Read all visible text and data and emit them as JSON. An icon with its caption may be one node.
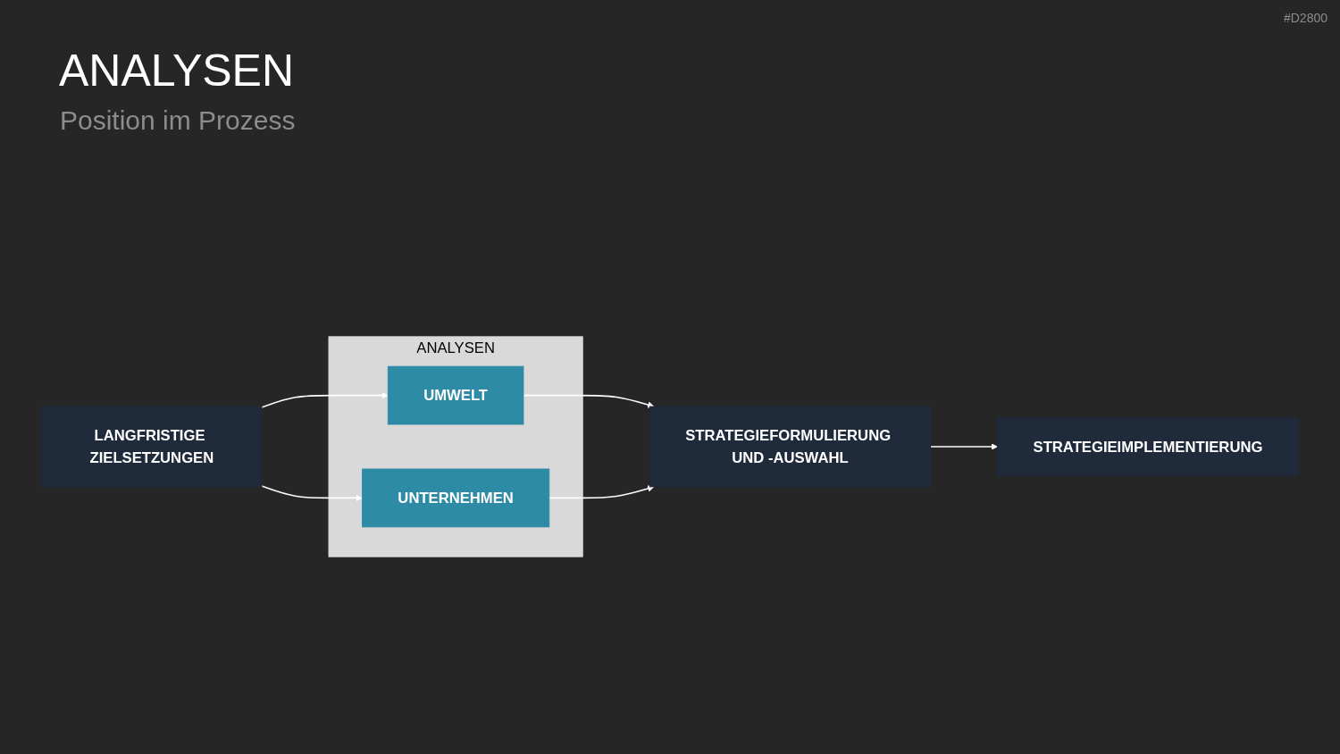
{
  "diagram": {
    "title": "ANALYSEN",
    "nodes": [
      {
        "text": [
          "ANALYSEN"
        ]
      },
      {
        "text": [
          "UMWELT"
        ],
        "in": 0
      },
      {
        "text": [
          "LANGFRISTIGE ZIELSETZUNGEN"
        ]
      },
      {
        "text": [
          "STRATEGIEFORMULIERUNG UND -AUSWAHL"
        ]
      },
      {
        "text": [
          "STRATEGIEIMPLEMENTIERUNG"
        ]
      },
      {
        "text": [
          "UNTERNEHMEN"
        ],
        "in": 0
      }
    ],
    "edges": [
      {
        "from": 2,
        "to": 1,
        "arrow": "to"
      },
      {
        "from": 2,
        "to": 5,
        "arrow": "to"
      },
      {
        "from": 1,
        "to": 3,
        "arrow": "to"
      },
      {
        "from": 5,
        "to": 3,
        "arrow": "to"
      },
      {
        "from": 3,
        "to": 4,
        "arrow": "to"
      }
    ],
    "labels": [
      "Position im Prozess",
      "#D2800"
    ]
  }
}
